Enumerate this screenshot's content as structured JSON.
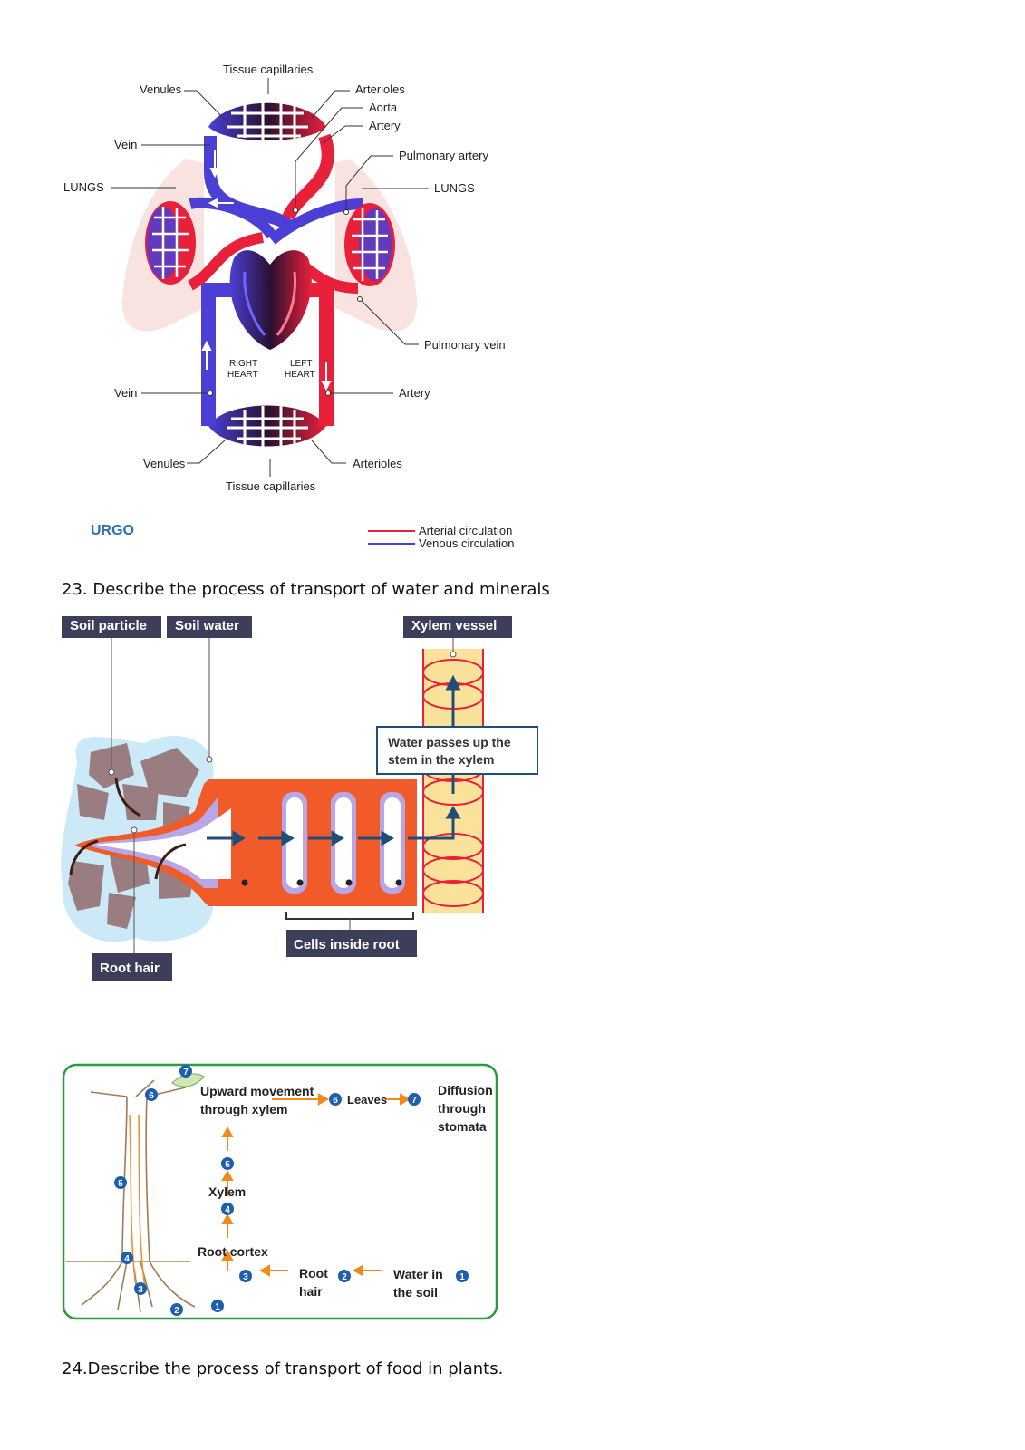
{
  "circulation": {
    "labels": {
      "tissue_capillaries_top": "Tissue capillaries",
      "venules_top": "Venules",
      "arterioles_top": "Arterioles",
      "aorta": "Aorta",
      "artery_top": "Artery",
      "vein_top": "Vein",
      "pulmonary_artery": "Pulmonary artery",
      "lungs_left": "LUNGS",
      "lungs_right": "LUNGS",
      "pulmonary_vein": "Pulmonary vein",
      "right_heart_1": "RIGHT",
      "right_heart_2": "HEART",
      "left_heart_1": "LEFT",
      "left_heart_2": "HEART",
      "vein_bottom": "Vein",
      "artery_bottom": "Artery",
      "venules_bottom": "Venules",
      "arterioles_bottom": "Arterioles",
      "tissue_capillaries_bottom": "Tissue capillaries"
    },
    "logo": "URGO",
    "legend": {
      "arterial": "Arterial circulation",
      "venous": "Venous circulation"
    },
    "colors": {
      "arterial": "#e8203a",
      "venous": "#4b3fd6",
      "heart_dark": "#3a1030"
    }
  },
  "question_23": "23. Describe the process of transport of water and minerals",
  "root_diagram": {
    "soil_particle": "Soil particle",
    "soil_water": "Soil water",
    "xylem_vessel": "Xylem vessel",
    "xylem_note_1": "Water passes up the",
    "xylem_note_2": "stem in the xylem",
    "cells_inside_root": "Cells inside root",
    "root_hair": "Root hair"
  },
  "flow_diagram": {
    "upward_1": "Upward movement",
    "upward_2": "through xylem",
    "leaves": "Leaves",
    "diffusion_1": "Diffusion",
    "diffusion_2": "through",
    "diffusion_3": "stomata",
    "xylem": "Xylem",
    "root_cortex": "Root cortex",
    "root_hair_1": "Root",
    "root_hair_2": "hair",
    "water_soil_1": "Water in",
    "water_soil_2": "the soil",
    "steps": [
      "1",
      "2",
      "3",
      "4",
      "5",
      "6",
      "7"
    ]
  },
  "question_24": "24.Describe  the process of transport of food in plants."
}
